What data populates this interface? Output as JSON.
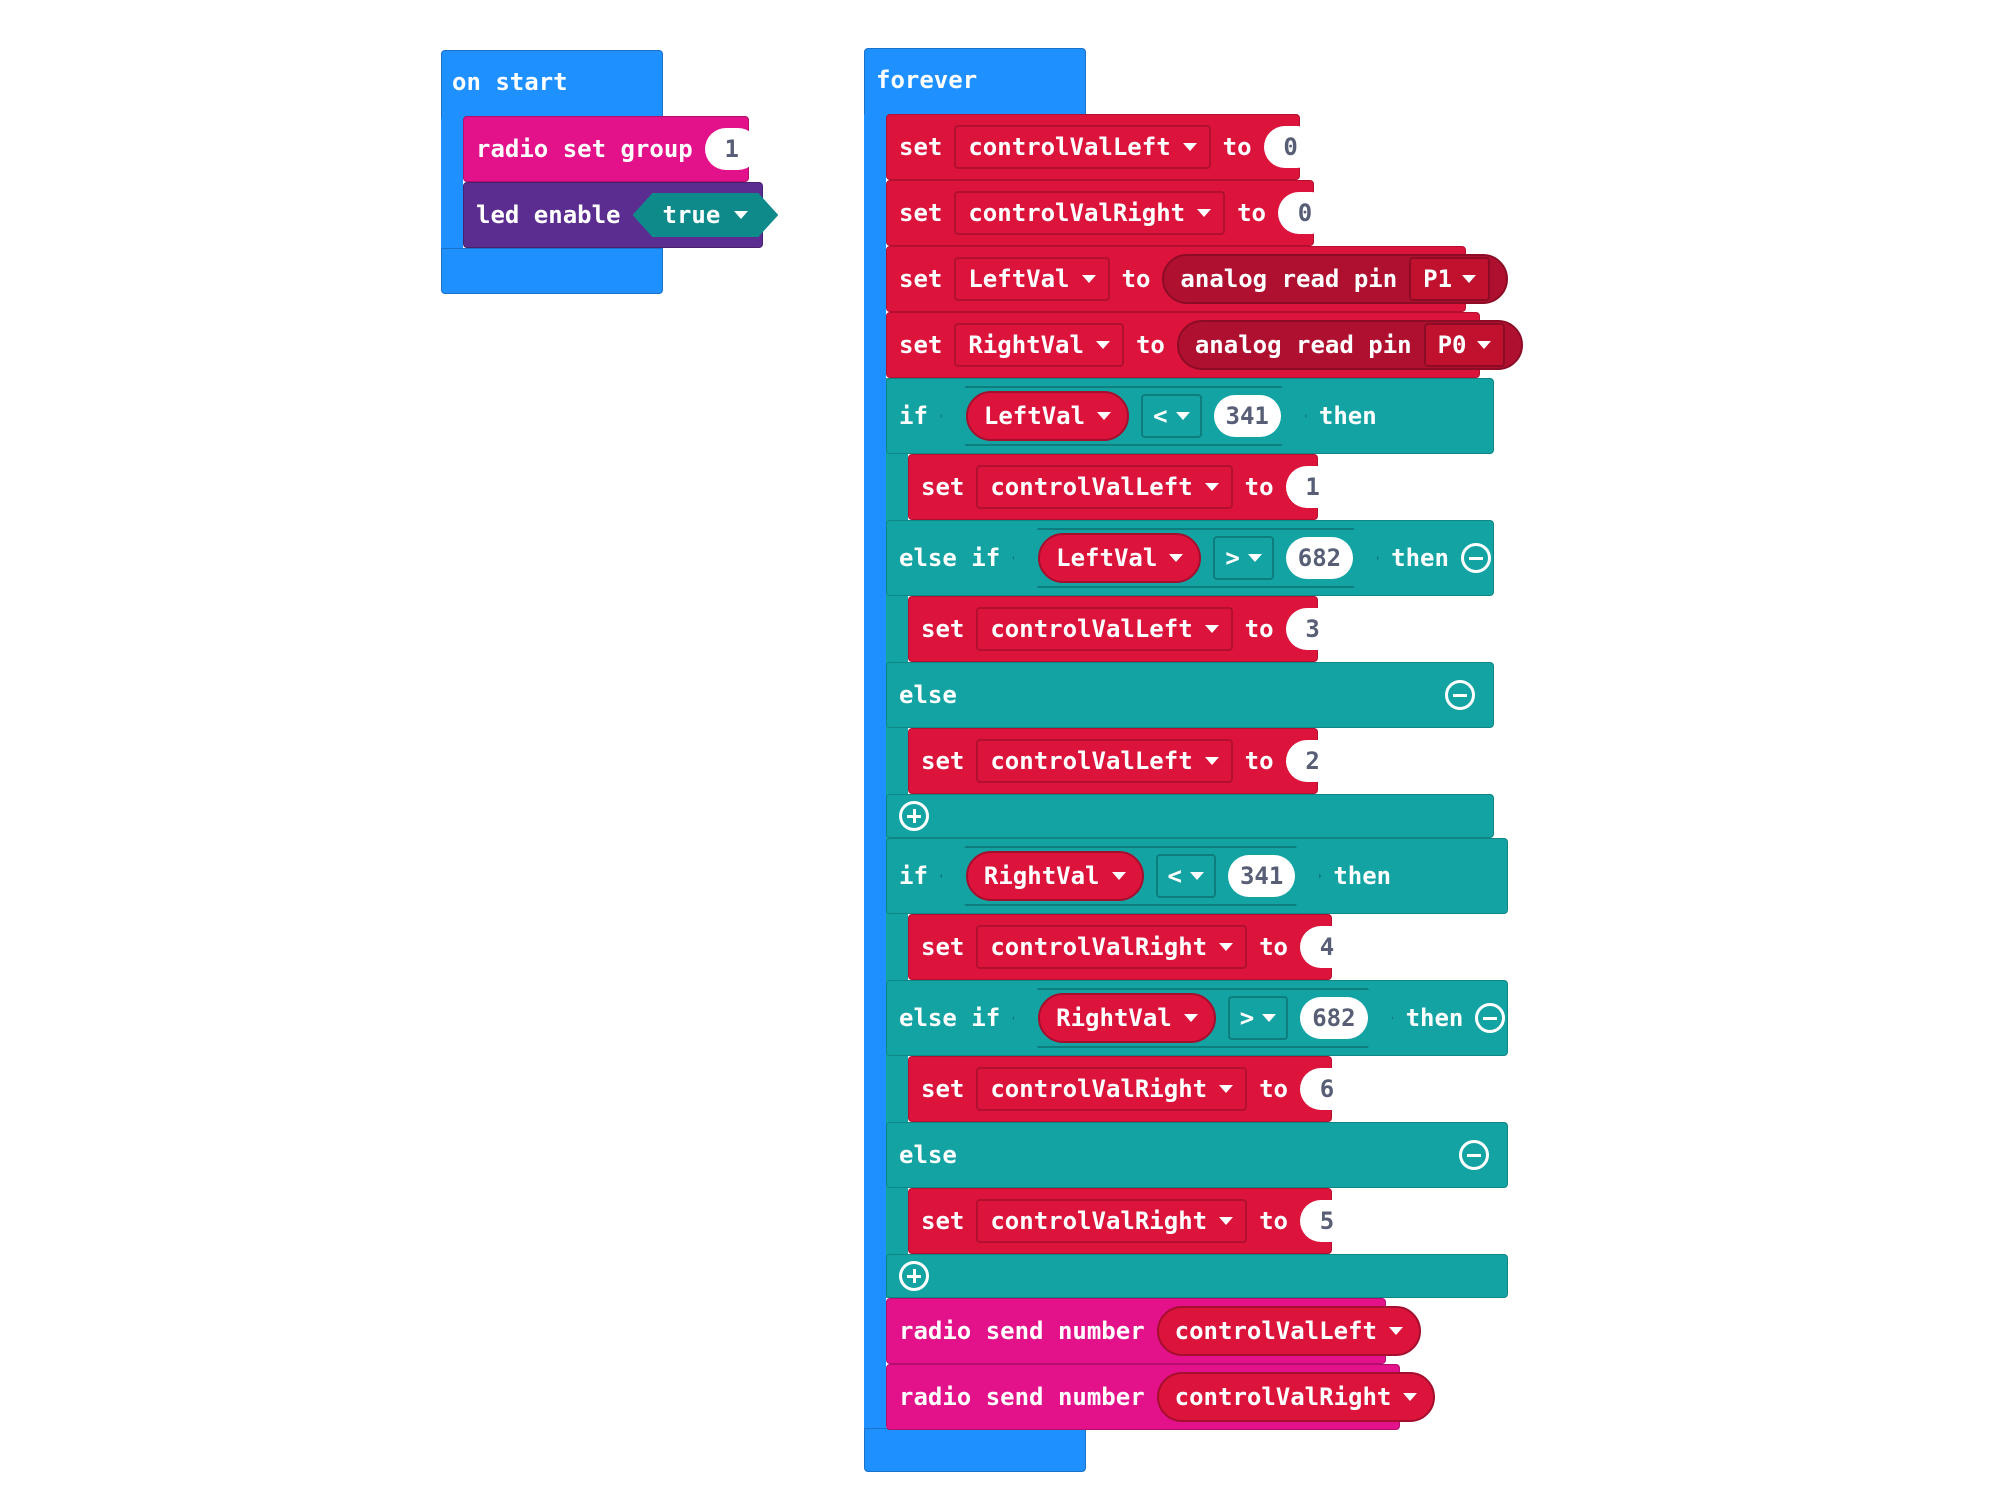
{
  "on_start": {
    "label": "on start",
    "radio_set_group": {
      "label": "radio set group",
      "value": "1"
    },
    "led_enable": {
      "label": "led enable",
      "value": "true"
    }
  },
  "forever": {
    "label": "forever",
    "kw_set": "set",
    "kw_to": "to",
    "kw_if": "if",
    "kw_else_if": "else if",
    "kw_else": "else",
    "kw_then": "then",
    "analog_read_pin": "analog read pin",
    "radio_send_number": "radio send number",
    "set1": {
      "var": "controlValLeft",
      "value": "0"
    },
    "set2": {
      "var": "controlValRight",
      "value": "0"
    },
    "set3": {
      "var": "LeftVal",
      "pin": "P1"
    },
    "set4": {
      "var": "RightVal",
      "pin": "P0"
    },
    "if1": {
      "var": "LeftVal",
      "op": "<",
      "value": "341",
      "then_var": "controlValLeft",
      "then_value": "1",
      "elseif_var": "LeftVal",
      "elseif_op": ">",
      "elseif_value": "682",
      "elseif_then_var": "controlValLeft",
      "elseif_then_value": "3",
      "else_var": "controlValLeft",
      "else_value": "2"
    },
    "if2": {
      "var": "RightVal",
      "op": "<",
      "value": "341",
      "then_var": "controlValRight",
      "then_value": "4",
      "elseif_var": "RightVal",
      "elseif_op": ">",
      "elseif_value": "682",
      "elseif_then_var": "controlValRight",
      "elseif_then_value": "6",
      "else_var": "controlValRight",
      "else_value": "5"
    },
    "send1": {
      "var": "controlValLeft"
    },
    "send2": {
      "var": "controlValRight"
    }
  },
  "colors": {
    "hat": "#1e90ff",
    "variables": "#dc143c",
    "radio": "#e3118a",
    "led": "#5c2d91",
    "logic": "#13a3a3"
  },
  "icons": [
    "caret-down-icon",
    "minus-circle-icon",
    "plus-circle-icon"
  ]
}
